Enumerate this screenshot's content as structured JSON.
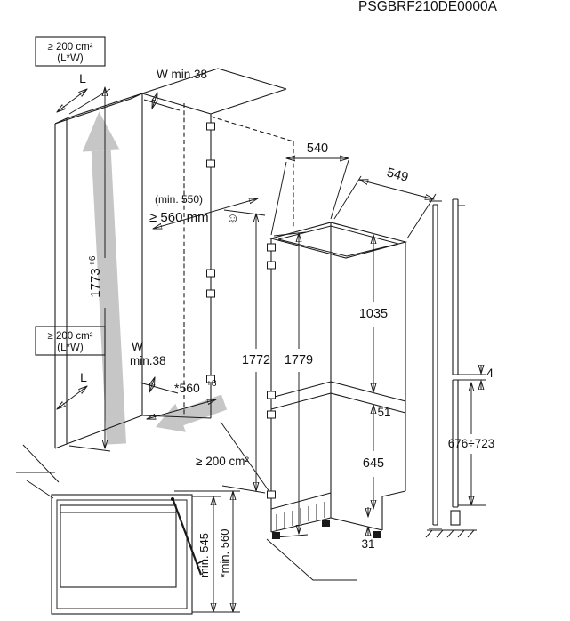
{
  "header": {
    "model": "PSGBRF210DE0000A"
  },
  "niche": {
    "vent_top": {
      "line1": "≥ 200 cm²",
      "line2": "(L*W)"
    },
    "vent_mid": {
      "line1": "≥ 200 cm²",
      "line2": "(L*W)"
    },
    "vent_bottom": "≥ 200 cm²",
    "depth_label_top": "L",
    "depth_label_mid": "L",
    "spacer_top": "W min.38",
    "spacer_mid_w": "W",
    "spacer_mid_min": "min.38",
    "depth_note": "(min. 550)",
    "depth_value": "≥ 560 mm",
    "smiley": "☺",
    "height_main": "1773",
    "height_tol": "+6",
    "inner_height": "1772",
    "inner_width_main": "*560",
    "inner_width_tol": "+8"
  },
  "appliance": {
    "height": "1779",
    "width": "540",
    "depth": "549",
    "upper_door_height": "1035",
    "mid_gap": "51",
    "lower_door_height": "645",
    "base_height": "31"
  },
  "door_panel": {
    "gap": "4",
    "lower_panel_range": "676÷723"
  },
  "plan_view": {
    "min_depth": "min. 545",
    "min_depth_star": "*min. 560"
  }
}
